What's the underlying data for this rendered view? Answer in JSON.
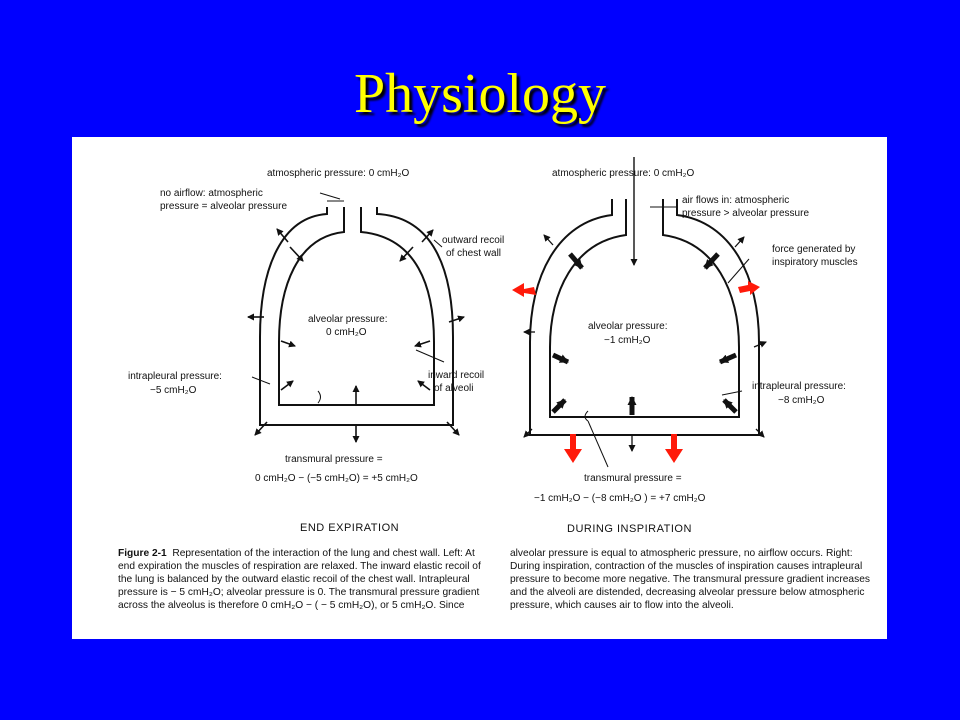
{
  "slide": {
    "title": "Physiology"
  },
  "left_panel": {
    "heading": "END EXPIRATION",
    "atmospheric": "atmospheric pressure: 0 cmH₂O",
    "no_airflow_1": "no airflow: atmospheric",
    "no_airflow_2": "pressure = alveolar pressure",
    "outward_recoil_1": "outward recoil",
    "outward_recoil_2": "of chest wall",
    "alveolar_1": "alveolar pressure:",
    "alveolar_2": "0 cmH₂O",
    "intrapleural_1": "intrapleural pressure:",
    "intrapleural_2": "−5 cmH₂O",
    "inward_recoil_1": "inward recoil",
    "inward_recoil_2": "of alveoli",
    "transmural_1": "transmural pressure =",
    "transmural_2": "0 cmH₂O − (−5 cmH₂O) = +5 cmH₂O"
  },
  "right_panel": {
    "heading": "DURING INSPIRATION",
    "atmospheric": "atmospheric pressure: 0 cmH₂O",
    "air_flows_1": "air flows in: atmospheric",
    "air_flows_2": "pressure > alveolar pressure",
    "force_1": "force generated by",
    "force_2": "inspiratory muscles",
    "alveolar_1": "alveolar pressure:",
    "alveolar_2": "−1 cmH₂O",
    "intrapleural_1": "intrapleural pressure:",
    "intrapleural_2": "−8 cmH₂O",
    "transmural_1": "transmural pressure =",
    "transmural_2": "−1 cmH₂O − (−8 cmH₂O ) = +7 cmH₂O"
  },
  "caption": {
    "figure_label": "Figure 2-1",
    "left_column": "Representation of the interaction of the lung and chest wall. Left: At end expiration the muscles of respiration are relaxed. The inward elastic recoil of the lung is balanced by the outward elastic recoil of the chest wall. Intrapleural pressure is − 5 cmH₂O; alveolar pressure is 0. The transmural pressure gradient across the alveolus is therefore 0 cmH₂O − ( − 5 cmH₂O), or 5 cmH₂O. Since",
    "right_column": "alveolar pressure is equal to atmospheric pressure, no airflow occurs. Right: During inspiration, contraction of the muscles of inspiration causes intrapleural pressure to become more negative. The transmural pressure gradient increases and the alveoli are distended, decreasing alveolar pressure below atmospheric pressure, which causes air to flow into the alveoli."
  },
  "colors": {
    "background": "#0000ff",
    "title": "#ffff00",
    "force_arrows": "#ff1a0a"
  }
}
